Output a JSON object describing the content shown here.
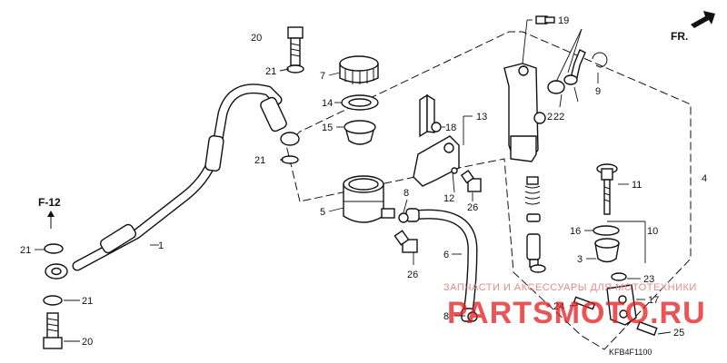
{
  "diagram": {
    "fr_label": "FR.",
    "ref_label": "F-12",
    "footer_code": "KFB4F1100",
    "callouts": {
      "c1": "1",
      "c2": "2",
      "c3": "3",
      "c4": "4",
      "c5": "5",
      "c6": "6",
      "c7": "7",
      "c8a": "8",
      "c8b": "8",
      "c9": "9",
      "c10": "10",
      "c11": "11",
      "c12": "12",
      "c13": "13",
      "c14": "14",
      "c15": "15",
      "c16": "16",
      "c17": "17",
      "c18": "18",
      "c19": "19",
      "c20a": "20",
      "c20b": "20",
      "c21a": "21",
      "c21b": "21",
      "c21c": "21",
      "c21d": "21",
      "c22": "22",
      "c23": "23",
      "c24": "24",
      "c25": "25",
      "c26a": "26",
      "c26b": "26"
    }
  },
  "watermark": {
    "line1": "ЗАПЧАСТИ И АКСЕССУАРЫ ДЛЯ МОТОТЕХНИКИ",
    "line2": "PARTSMOTO.RU"
  }
}
